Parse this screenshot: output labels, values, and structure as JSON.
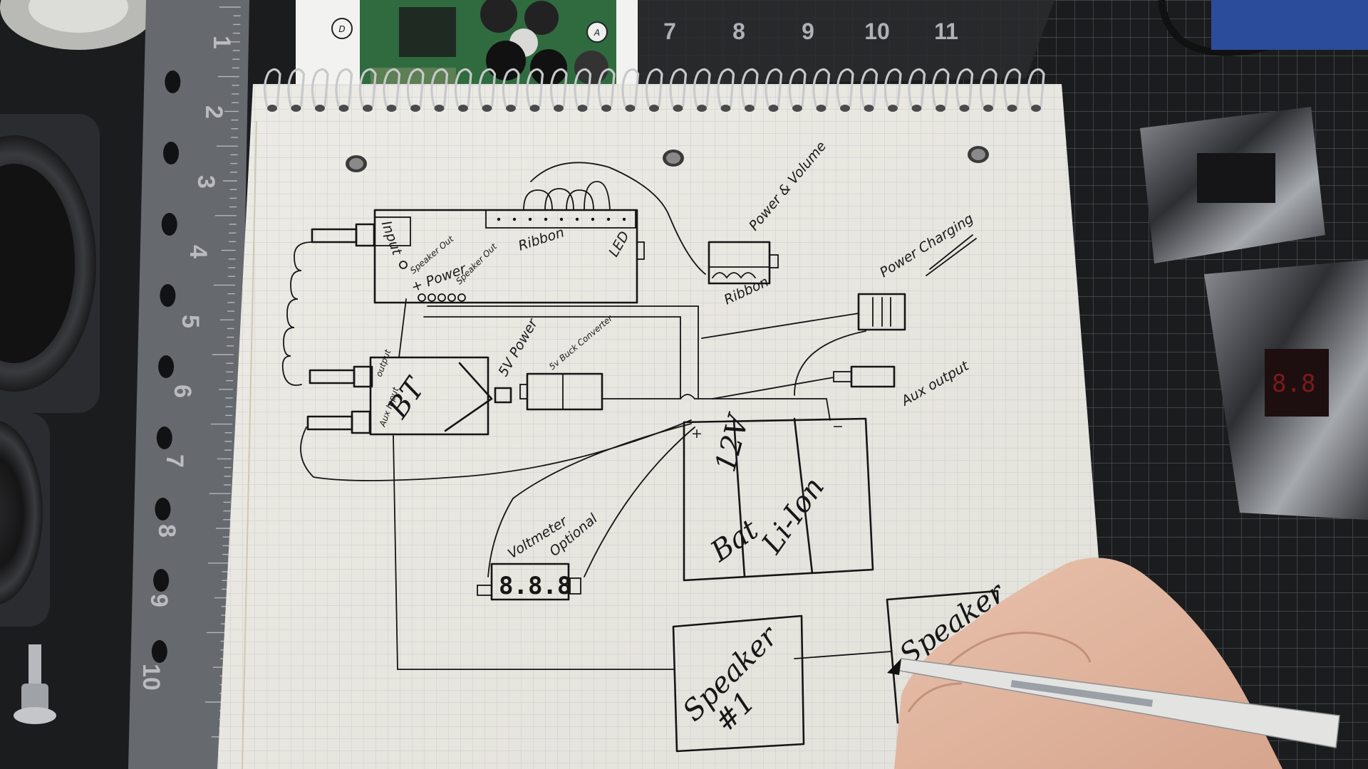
{
  "scene": {
    "description_free": true,
    "colors": {
      "mat": "#1b1c1e",
      "mat_grid": "#5a5c60",
      "paper": "#ecebe4",
      "paper_grid": "#c9ccd0",
      "ink": "#151515",
      "ruler": "#6b6e73",
      "pcb": "#2f6b3e"
    }
  },
  "top_ruler": {
    "numbers": [
      "7",
      "8",
      "9",
      "10",
      "11"
    ]
  },
  "side_ruler": {
    "numbers": [
      "1",
      "2",
      "3",
      "4",
      "5",
      "6",
      "7",
      "8",
      "9",
      "10"
    ]
  },
  "pcb_labels": {
    "left": "D",
    "right": "A"
  },
  "diagram": {
    "amp_board": {
      "input": "Input",
      "speaker_out": "Speaker Out",
      "power": "+ Power",
      "speaker_out_2": "Speaker Out",
      "ribbon": "Ribbon",
      "led": "LED"
    },
    "power_volume": "Power & Volume",
    "ribbon2": "Ribbon",
    "power_charging": "Power Charging",
    "bt": {
      "label": "BT",
      "output": "output",
      "aux_input": "Aux Input",
      "five_v_power": "5V Power"
    },
    "buck": "5v Buck Converter",
    "aux_output": "Aux output",
    "battery": {
      "volts": "12V",
      "plus": "+",
      "minus": "−",
      "line1": "Bat",
      "line2": "Li-Ion"
    },
    "voltmeter": {
      "label1": "Voltmeter",
      "label2": "Optional",
      "digits": "8.8.8"
    },
    "speaker1": {
      "line1": "Speaker",
      "line2": "#1"
    },
    "speaker2": {
      "line1": "Speaker"
    }
  }
}
